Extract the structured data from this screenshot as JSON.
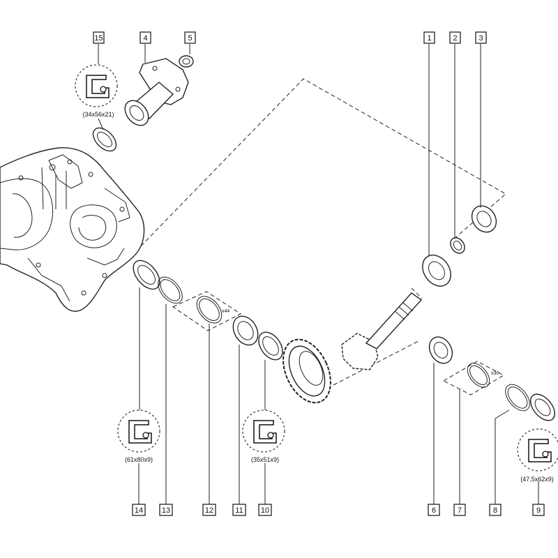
{
  "callouts": [
    "1",
    "2",
    "3",
    "4",
    "5",
    "6",
    "7",
    "8",
    "9",
    "10",
    "11",
    "12",
    "13",
    "14",
    "15"
  ],
  "seal_dimensions": {
    "seal_15": "(34x56x21)",
    "seal_14": "(61x80x9)",
    "seal_10": "(35x51x9)",
    "seal_9": "(47,5x62x9)"
  },
  "quantity_labels": {
    "shims_12": "x44",
    "shims_7": "x30"
  },
  "icons": {
    "seal": "oil-seal-icon",
    "housing": "gearbox-housing-icon",
    "flange": "output-flange-icon",
    "gear": "ring-gear-icon",
    "pinion": "pinion-shaft-icon"
  }
}
